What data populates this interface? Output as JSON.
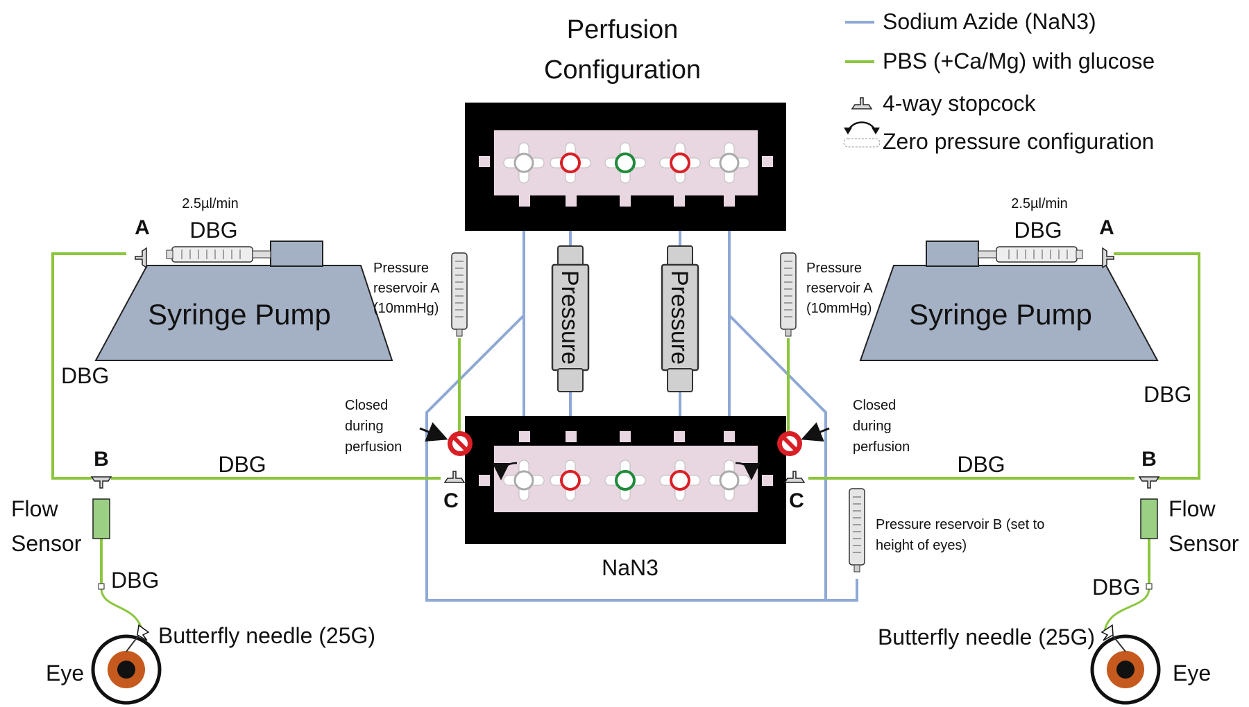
{
  "title": {
    "line1": "Perfusion",
    "line2": "Configuration"
  },
  "legend": {
    "sodium_azide": "Sodium Azide (NaN3)",
    "pbs": "PBS (+Ca/Mg) with glucose",
    "stopcock": "4-way stopcock",
    "zero_pressure": "Zero pressure configuration"
  },
  "colors": {
    "nan3_line": "#8fa9d6",
    "pbs_line": "#8cc63f",
    "pump_fill": "#a4b0c4",
    "manifold_bg": "#000000",
    "manifold_panel": "#e8d6e0",
    "valve_red": "#d91f26",
    "valve_green": "#1f8a3a",
    "flow_sensor": "#9bcf84",
    "eye_iris": "#c65a1e"
  },
  "labels": {
    "rate_left": "2.5µl/min",
    "rate_right": "2.5µl/min",
    "dbg": "DBG",
    "syringe_pump": "Syringe Pump",
    "point_a": "A",
    "point_b": "B",
    "point_c": "C",
    "reservoir_a_l1": "Pressure",
    "reservoir_a_l2": "reservoir A",
    "reservoir_a_l3": "(10mmHg)",
    "closed_l1": "Closed",
    "closed_l2": "during",
    "closed_l3": "perfusion",
    "pressure": "Pressure",
    "nan3": "NaN3",
    "reservoir_b_l1": "Pressure reservoir B (set to",
    "reservoir_b_l2": "height of eyes)",
    "flow_l1": "Flow",
    "flow_l2": "Sensor",
    "needle": "Butterfly needle (25G)",
    "eye": "Eye"
  }
}
